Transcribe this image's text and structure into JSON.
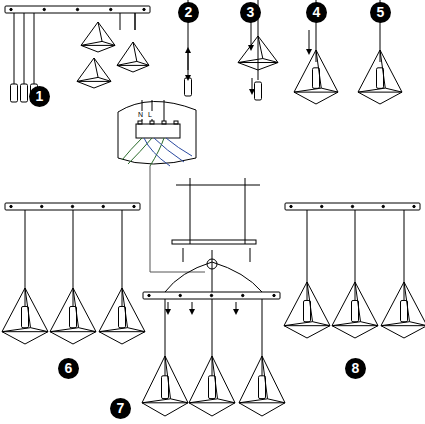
{
  "diagram": {
    "labels": [
      "2",
      "3",
      "4",
      "5",
      "1",
      "N",
      "L",
      "6",
      "8",
      "7"
    ]
  }
}
